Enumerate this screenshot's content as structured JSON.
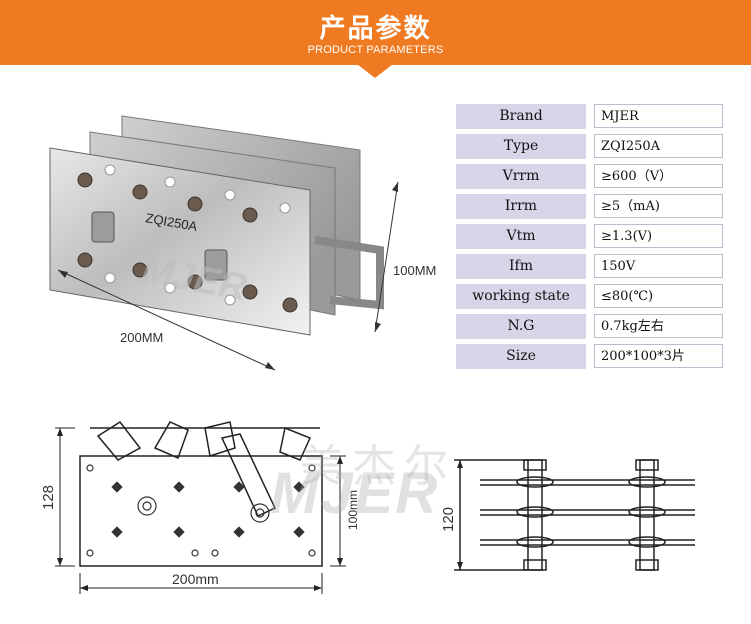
{
  "header": {
    "title": "产品参数",
    "subtitle": "PRODUCT PARAMETERS"
  },
  "photo": {
    "height_label": "100MM",
    "width_label": "200MM",
    "model_text": "ZQI250A",
    "brand_text": "MJER"
  },
  "params": [
    {
      "key": "Brand",
      "value": "MJER"
    },
    {
      "key": "Type",
      "value": "ZQI250A"
    },
    {
      "key": "Vrrm",
      "value": "≥600（V）"
    },
    {
      "key": "Irrm",
      "value": "≥5（mA)"
    },
    {
      "key": "Vtm",
      "value": "≥1.3(V)"
    },
    {
      "key": "Ifm",
      "value": "150V"
    },
    {
      "key": "working state",
      "value": "≤80(℃)"
    },
    {
      "key": "N.G",
      "value": "0.7kg左右"
    },
    {
      "key": "Size",
      "value": "200*100*3片"
    }
  ],
  "drawing_front": {
    "height_label": "128",
    "inner_height_label": "100mm",
    "width_label": "200mm"
  },
  "drawing_side": {
    "height_label": "120"
  },
  "watermark": {
    "latin": "MJER",
    "chinese": "美杰尔"
  },
  "colors": {
    "banner": "#f07a22",
    "key_cell": "#d7d5e8"
  }
}
